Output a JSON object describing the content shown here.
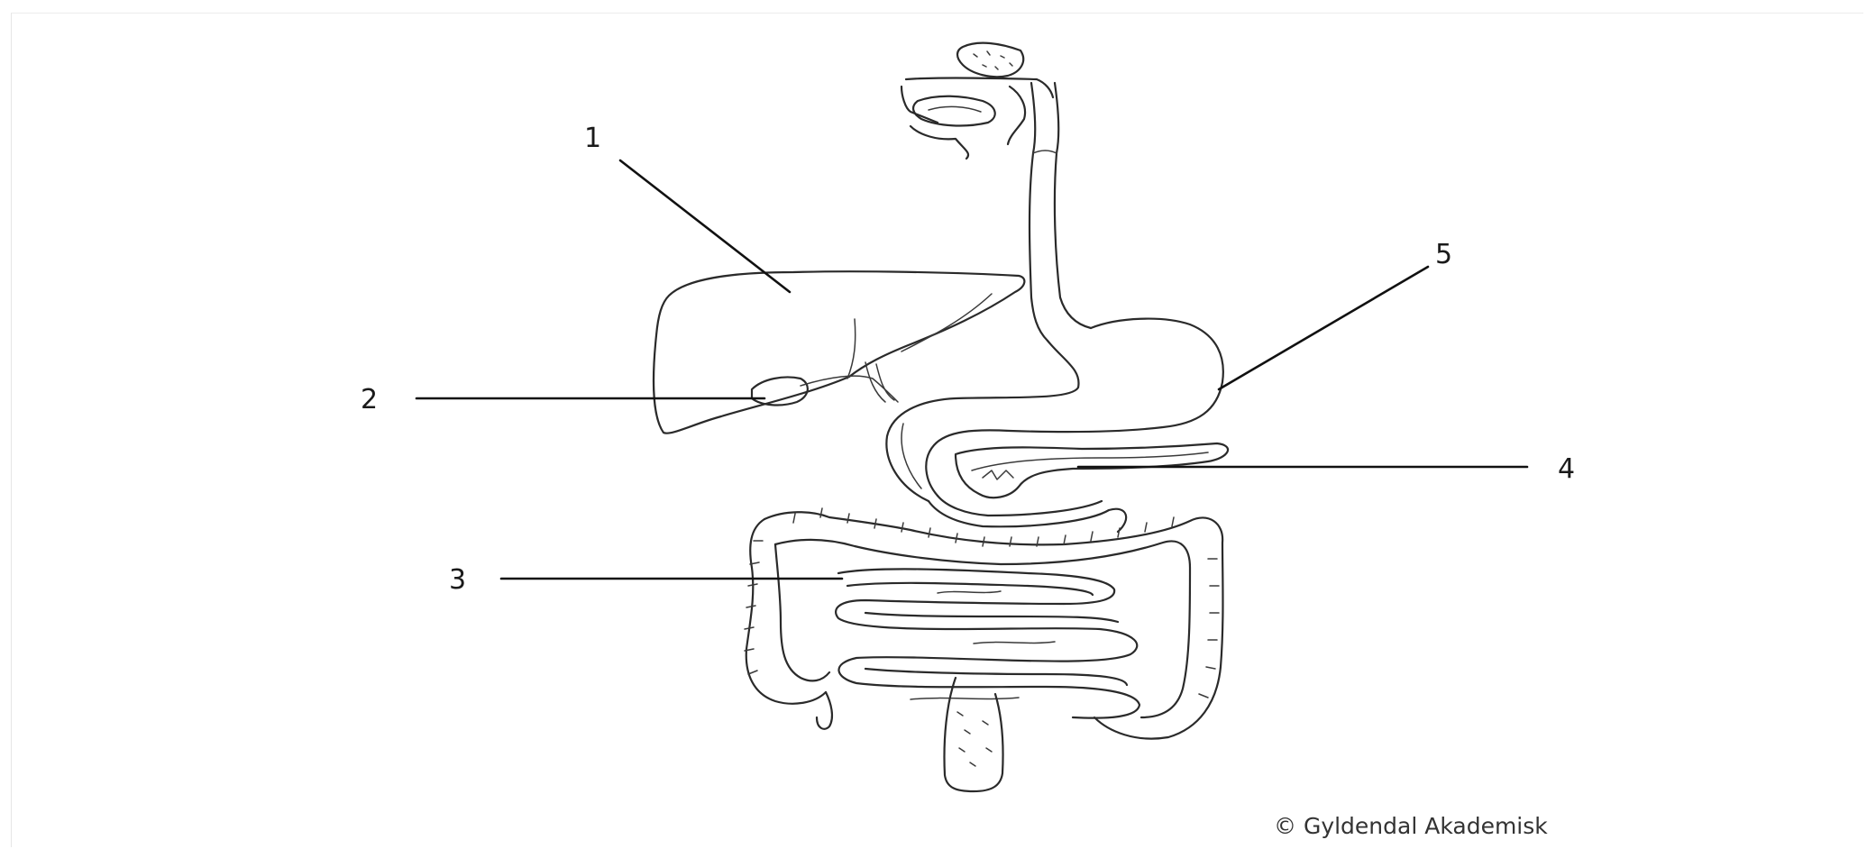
{
  "labels": [
    {
      "id": "1",
      "text": "1"
    },
    {
      "id": "2",
      "text": "2"
    },
    {
      "id": "3",
      "text": "3"
    },
    {
      "id": "4",
      "text": "4"
    },
    {
      "id": "5",
      "text": "5"
    }
  ],
  "copyright": "© Gyldendal Akademisk"
}
